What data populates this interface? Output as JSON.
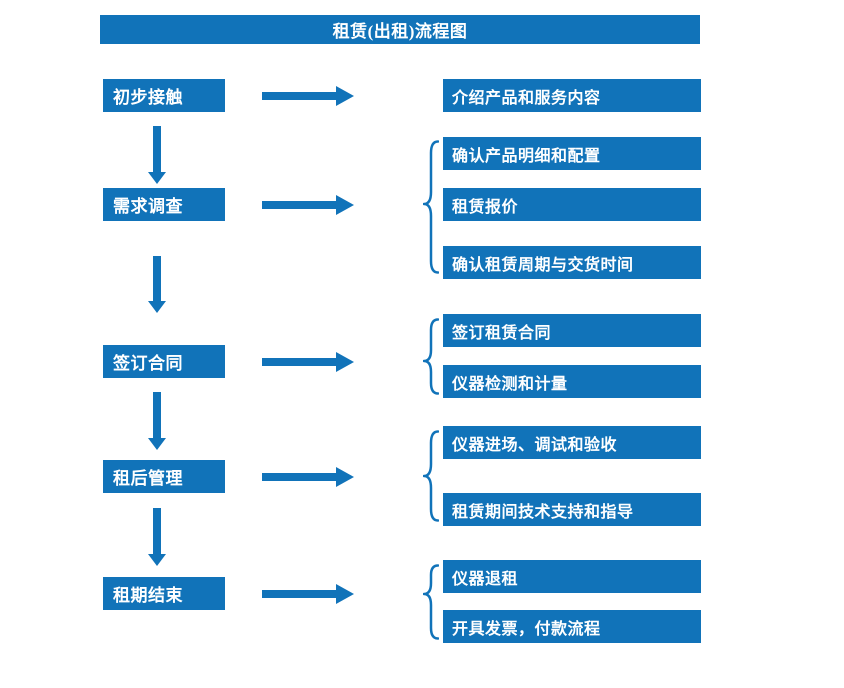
{
  "title": "租赁(出租)流程图",
  "colors": {
    "primary": "#1173b9",
    "box_text": "#ffffff",
    "background": "#ffffff"
  },
  "flow": [
    {
      "step": "初步接触",
      "details": [
        "介绍产品和服务内容"
      ]
    },
    {
      "step": "需求调查",
      "details": [
        "确认产品明细和配置",
        "租赁报价",
        "确认租赁周期与交货时间"
      ]
    },
    {
      "step": "签订合同",
      "details": [
        "签订租赁合同",
        "仪器检测和计量"
      ]
    },
    {
      "step": "租后管理",
      "details": [
        "仪器进场、调试和验收",
        "租赁期间技术支持和指导"
      ]
    },
    {
      "step": "租期结束",
      "details": [
        "仪器退租",
        "开具发票，付款流程"
      ]
    }
  ]
}
